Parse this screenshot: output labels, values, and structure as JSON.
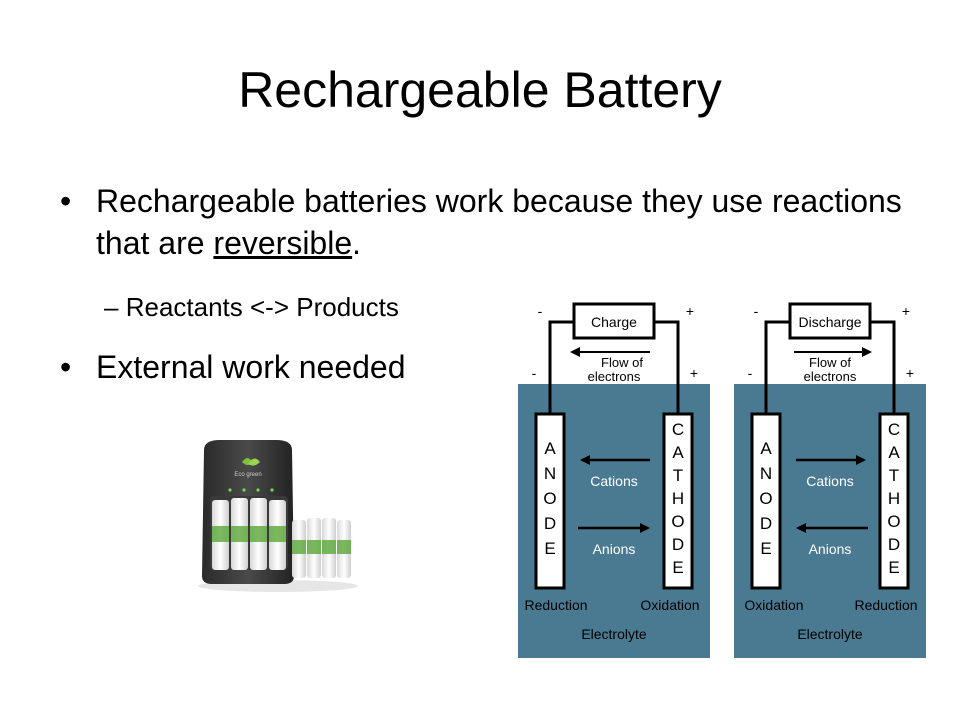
{
  "slide": {
    "title": "Rechargeable Battery",
    "bullet1": {
      "text_before": "Rechargeable batteries work because they use reactions that are ",
      "underlined": "reversible",
      "text_after": "."
    },
    "sub_bullet": "Reactants <-> Products",
    "bullet2": "External work needed",
    "bullet_glyph": "•",
    "dash_glyph": "–"
  },
  "charger_image": {
    "logo_text": "Eco green"
  },
  "diagram": {
    "charge": {
      "box_label": "Charge",
      "left_sign": "-",
      "right_sign": "+",
      "left_sign_lower": "-",
      "right_sign_lower": "+",
      "flow_line1": "Flow of",
      "flow_line2": "electrons",
      "anode_letters": [
        "A",
        "N",
        "O",
        "D",
        "E"
      ],
      "cathode_letters": [
        "C",
        "A",
        "T",
        "H",
        "O",
        "D",
        "E"
      ],
      "cations": "Cations",
      "anions": "Anions",
      "left_reaction": "Reduction",
      "right_reaction": "Oxidation",
      "electrolyte": "Electrolyte"
    },
    "discharge": {
      "box_label": "Discharge",
      "left_sign": "-",
      "right_sign": "+",
      "left_sign_lower": "-",
      "right_sign_lower": "+",
      "flow_line1": "Flow of",
      "flow_line2": "electrons",
      "anode_letters": [
        "A",
        "N",
        "O",
        "D",
        "E"
      ],
      "cathode_letters": [
        "C",
        "A",
        "T",
        "H",
        "O",
        "D",
        "E"
      ],
      "cations": "Cations",
      "anions": "Anions",
      "left_reaction": "Oxidation",
      "right_reaction": "Reduction",
      "electrolyte": "Electrolyte"
    },
    "colors": {
      "electrolyte": "#4a7a91",
      "stroke": "#000000",
      "panel": "#ffffff"
    }
  }
}
